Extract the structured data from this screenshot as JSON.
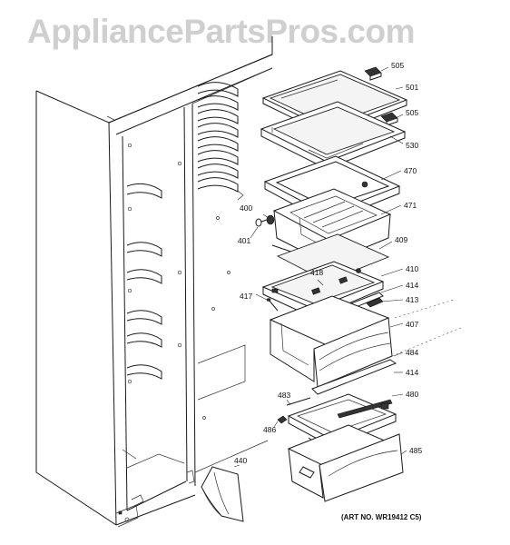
{
  "watermark": "AppliancePartsPros.com",
  "art_number": "(ART NO. WR19412 C5)",
  "parts": {
    "p505a": "505",
    "p501": "501",
    "p505b": "505",
    "p530": "530",
    "p470": "470",
    "p400": "400",
    "p471": "471",
    "p401": "401",
    "p409": "409",
    "p418": "418",
    "p410": "410",
    "p414a": "414",
    "p417": "417",
    "p413": "413",
    "p407": "407",
    "p484": "484",
    "p414b": "414",
    "p483": "483",
    "p480": "480",
    "p486": "486",
    "p485": "485",
    "p440": "440"
  }
}
